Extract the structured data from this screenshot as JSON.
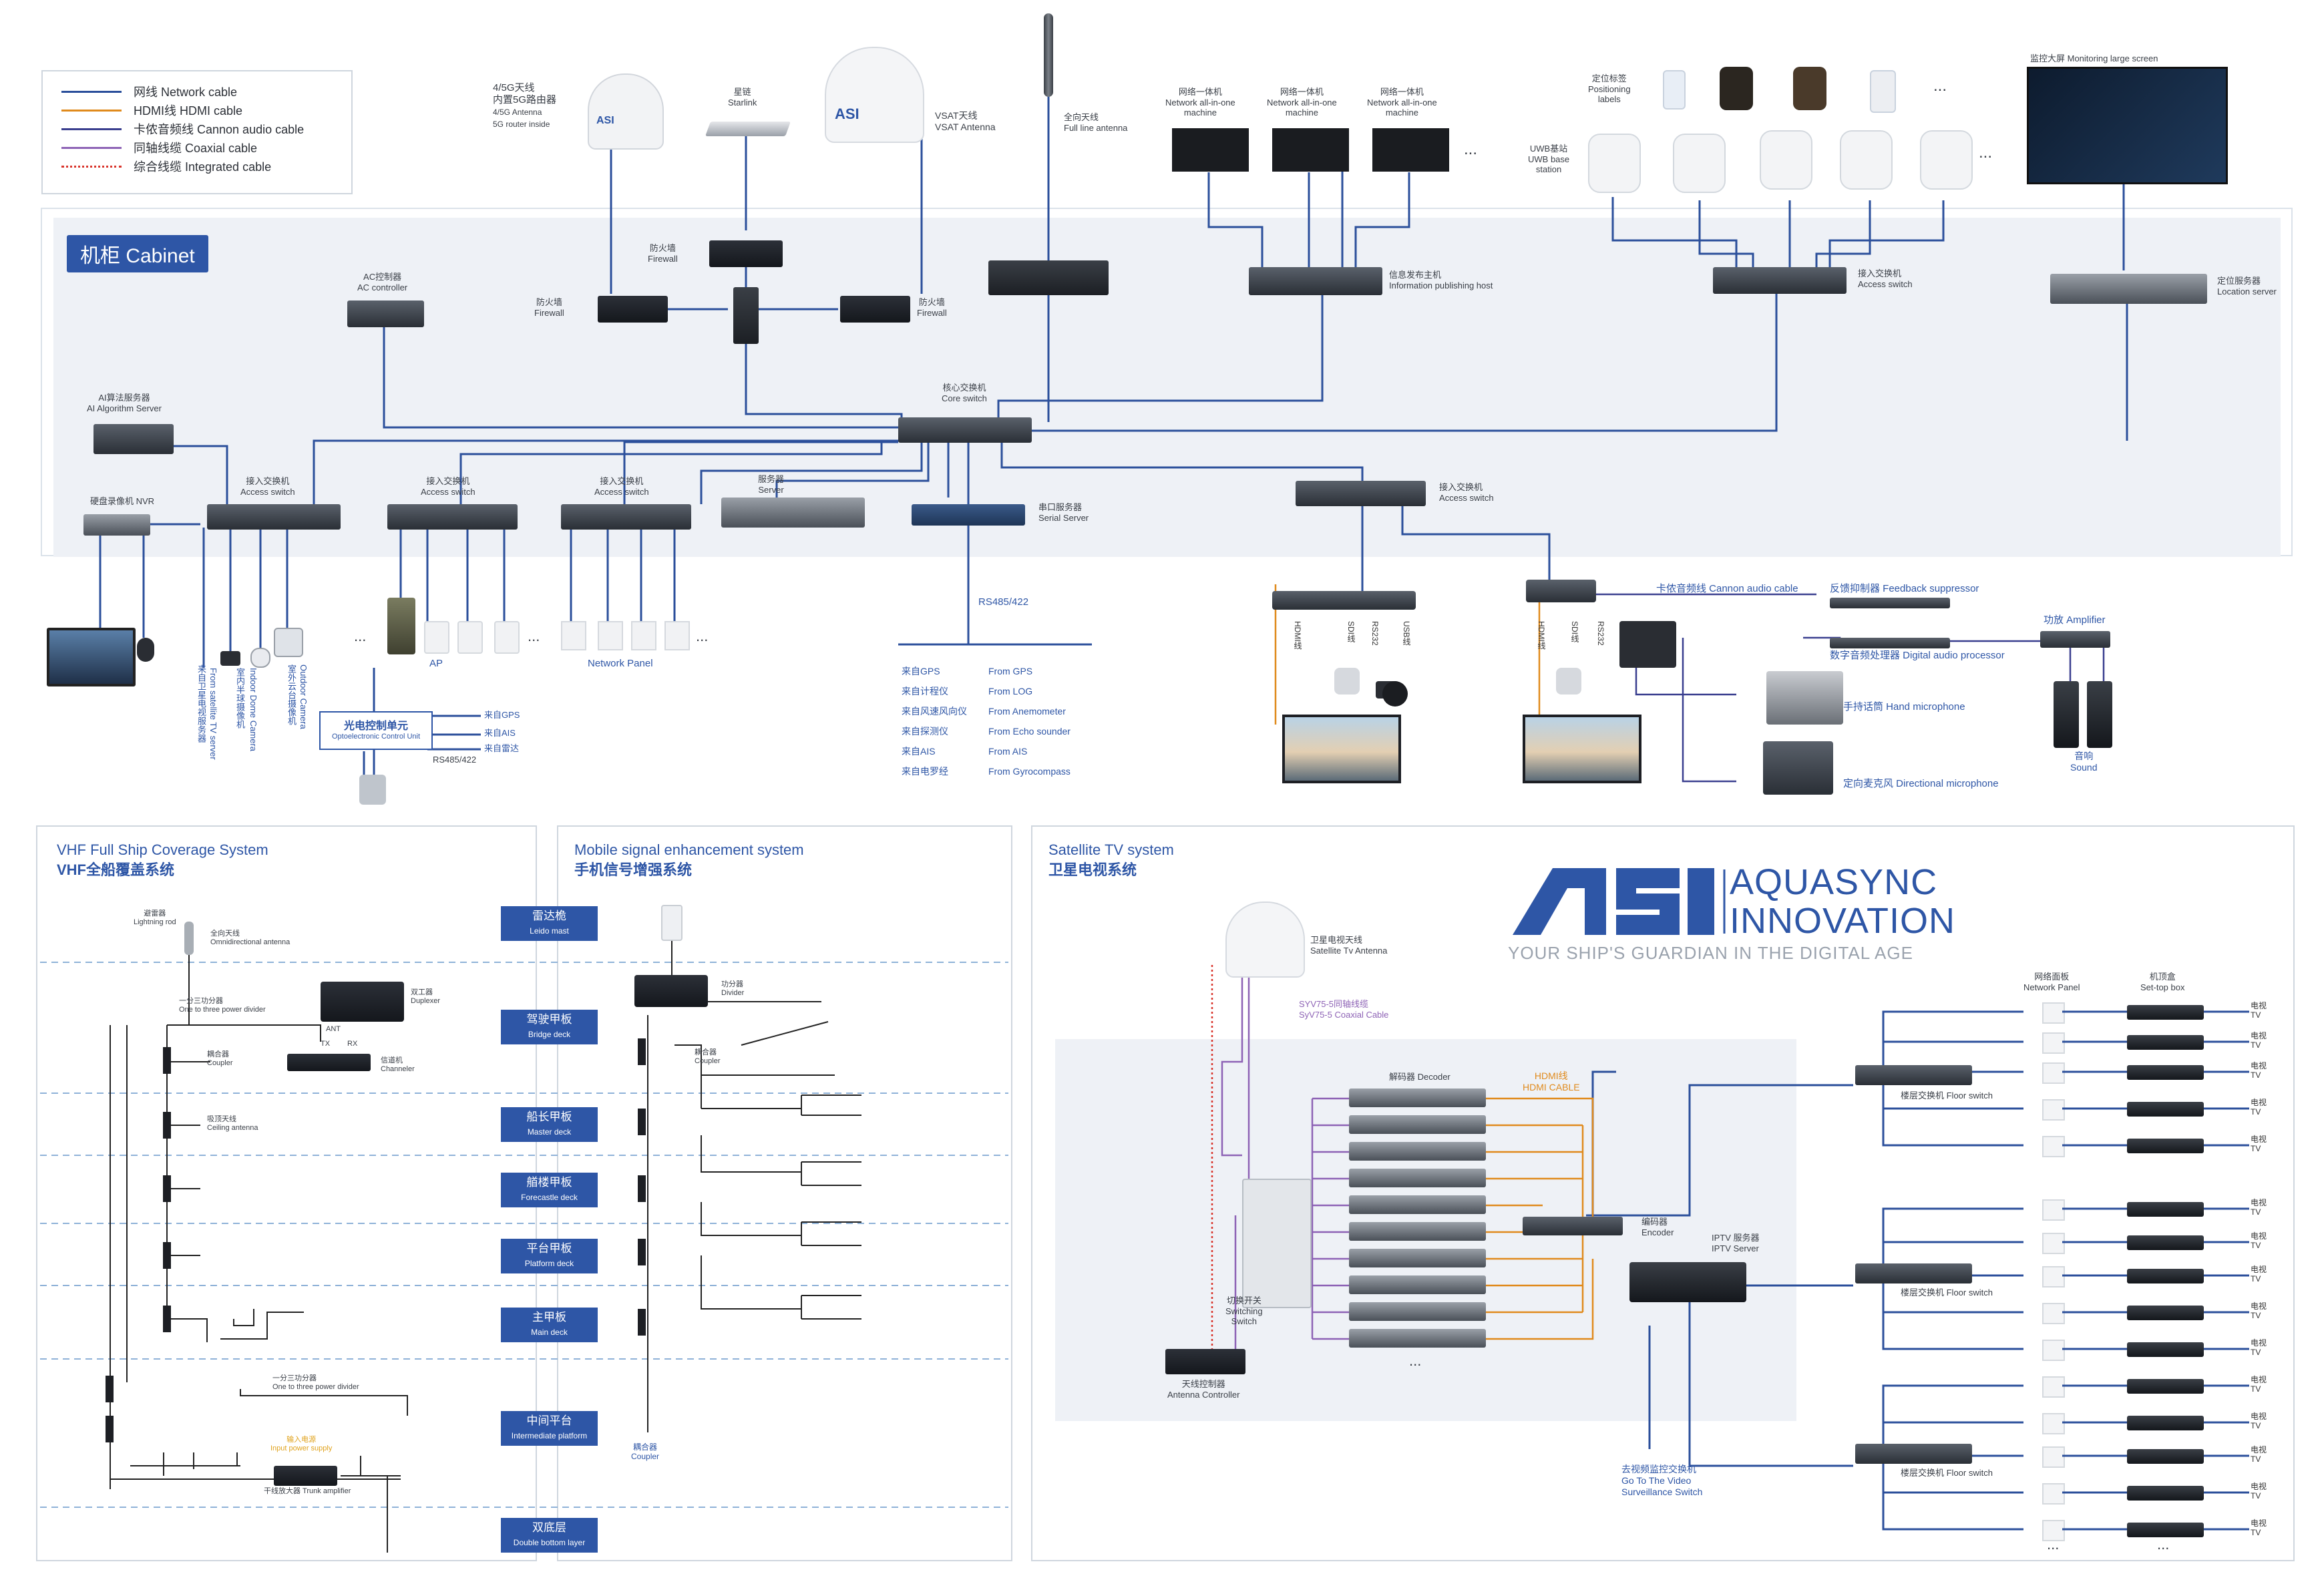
{
  "legend": {
    "items": [
      {
        "label": "网线 Network cable",
        "color": "#2b4f9b",
        "style": "solid"
      },
      {
        "label": "HDMI线 HDMI cable",
        "color": "#e08a1c",
        "style": "solid"
      },
      {
        "label": "卡侬音频线 Cannon audio cable",
        "color": "#3a3f8f",
        "style": "solid"
      },
      {
        "label": "同轴线缆 Coaxial cable",
        "color": "#8d62b5",
        "style": "solid"
      },
      {
        "label": "综合线缆 Integrated cable",
        "color": "#d9342b",
        "style": "dotted"
      }
    ]
  },
  "cabinet": {
    "title": "机柜 Cabinet",
    "antennas": {
      "router": [
        "4/5G天线",
        "内置5G路由器",
        "4/5G Antenna",
        "5G router inside"
      ],
      "starlink": [
        "星链",
        "Starlink"
      ],
      "vsat": [
        "VSAT天线",
        "VSAT Antenna"
      ],
      "full_line": [
        "全向天线",
        "Full line antenna"
      ]
    },
    "devices": {
      "firewall_top": [
        "防火墙",
        "Firewall"
      ],
      "firewall_left": [
        "防火墙",
        "Firewall"
      ],
      "firewall_right": [
        "防火墙",
        "Firewall"
      ],
      "ac_controller": [
        "AC控制器",
        "AC controller"
      ],
      "ai_server": [
        "AI算法服务器",
        "AI Algorithm Server"
      ],
      "nvr": "硬盘录像机 NVR",
      "core_switch": [
        "核心交换机",
        "Core switch"
      ],
      "access_switch_1": [
        "接入交换机",
        "Access switch"
      ],
      "access_switch_2": [
        "接入交换机",
        "Access switch"
      ],
      "access_switch_3": [
        "接入交换机",
        "Access switch"
      ],
      "server": [
        "服务器",
        "Server"
      ],
      "serial_server": [
        "串口服务器",
        "Serial Server"
      ],
      "access_switch_4": [
        "接入交换机",
        "Access switch"
      ],
      "info_host": [
        "信息发布主机",
        "Information publishing host"
      ],
      "access_switch_5": [
        "接入交换机",
        "Access switch"
      ],
      "location_server": [
        "定位服务器",
        "Location server"
      ]
    },
    "machines": [
      [
        "网络一体机",
        "Network all-in-one",
        "machine"
      ],
      [
        "网络一体机",
        "Network all-in-one",
        "machine"
      ],
      [
        "网络一体机",
        "Network all-in-one",
        "machine"
      ]
    ],
    "positioning": [
      "定位标签",
      "Positioning",
      "labels"
    ],
    "uwb": [
      "UWB基站",
      "UWB base",
      "station"
    ],
    "monitor_screen": "监控大屏 Monitoring large screen",
    "ellipsis": "..."
  },
  "below_cabinet": {
    "cameras_vertical": [
      "来自卫星电视服务器",
      "From satellite TV server",
      "室内半球摄像机",
      "Indoor Dome Camera",
      "室外云台摄像机",
      "Outdoor Camera"
    ],
    "ap": "AP",
    "network_panel": "Network Panel",
    "optoelectronic": [
      "光电控制单元",
      "Optoelectronic Control Unit"
    ],
    "opto_inputs": [
      "来自GPS",
      "来自AIS",
      "来自雷达"
    ],
    "rs485_opto": "RS485/422",
    "rs485": "RS485/422",
    "serial_sources_zh": [
      "来自GPS",
      "来自计程仪",
      "来自风速风向仪",
      "来自探测仪",
      "来自AIS",
      "来自电罗经"
    ],
    "serial_sources_en": [
      "From GPS",
      "From LOG",
      "From Anemometer",
      "From Echo sounder",
      "From AIS",
      "From Gyrocompass"
    ],
    "cable_labels_1": [
      "HDMI线",
      "SDI线",
      "RS232",
      "USB线"
    ],
    "cable_labels_2": [
      "HDMI线",
      "SDI线",
      "RS232"
    ],
    "audio": {
      "cannon": "卡侬音频线 Cannon audio cable",
      "feedback": "反馈抑制器 Feedback suppressor",
      "amplifier": "功放 Amplifier",
      "dsp": "数字音频处理器 Digital audio processor",
      "hand_mic": "手持话筒 Hand microphone",
      "sound": [
        "音响",
        "Sound"
      ],
      "directional": "定向麦克风 Directional microphone"
    }
  },
  "vhf": {
    "title_en": "VHF Full Ship Coverage System",
    "title_zh": "VHF全船覆盖系统",
    "lightning": [
      "避雷器",
      "Lightning rod"
    ],
    "omni": [
      "全向天线",
      "Omnidirectional antenna"
    ],
    "divider": [
      "一分三功分器",
      "One to three power divider"
    ],
    "duplexer": [
      "双工器",
      "Duplexer"
    ],
    "ant": "ANT",
    "tx": "TX",
    "rx": "RX",
    "coupler": [
      "耦合器",
      "Coupler"
    ],
    "channeler": [
      "信道机",
      "Channeler"
    ],
    "ceiling": [
      "吸顶天线",
      "Ceiling antenna"
    ],
    "divider2": [
      "一分三功分器",
      "One to three power divider"
    ],
    "input_power": [
      "输入电源",
      "Input power supply"
    ],
    "trunk": "干线放大器  Trunk amplifier"
  },
  "decks": [
    [
      "雷达桅",
      "Leido mast"
    ],
    [
      "驾驶甲板",
      "Bridge deck"
    ],
    [
      "船长甲板",
      "Master deck"
    ],
    [
      "艏楼甲板",
      "Forecastle deck"
    ],
    [
      "平台甲板",
      "Platform deck"
    ],
    [
      "主甲板",
      "Main deck"
    ],
    [
      "中间平台",
      "Intermediate platform"
    ],
    [
      "双底层",
      "Double bottom layer"
    ]
  ],
  "mobile": {
    "title_en": "Mobile signal enhancement system",
    "title_zh": "手机信号增强系统",
    "divider": [
      "功分器",
      "Divider"
    ],
    "coupler": [
      "耦合器",
      "Coupler"
    ],
    "coupler_bottom": [
      "耦合器",
      "Coupler"
    ]
  },
  "satellite": {
    "title_en": "Satellite TV system",
    "title_zh": "卫星电视系统",
    "antenna": [
      "卫星电视天线",
      "Satellite Tv Antenna"
    ],
    "coax": [
      "SYV75-5同轴线缆",
      "SyV75-5 Coaxial Cable"
    ],
    "decoder": "解码器  Decoder",
    "hdmi": [
      "HDMI线",
      "HDMI CABLE"
    ],
    "encoder": [
      "编码器",
      "Encoder"
    ],
    "iptv": [
      "IPTV 服务器",
      "IPTV Server"
    ],
    "switching": [
      "切换开关",
      "Switching",
      "Switch"
    ],
    "antenna_controller": [
      "天线控制器",
      "Antenna Controller"
    ],
    "surveillance": [
      "去视频监控交换机",
      "Go To The Video",
      "Surveillance Switch"
    ],
    "network_panel": [
      "网络面板",
      "Network Panel"
    ],
    "stb": [
      "机顶盒",
      "Set-top box"
    ],
    "floor_switch": "楼层交换机  Floor switch",
    "tv": [
      "电视",
      "TV"
    ],
    "ellipsis": "..."
  },
  "brand": {
    "logo_text": "ASI",
    "name_1": "AQUASYNC",
    "name_2": "INNOVATION",
    "slogan": "YOUR SHIP'S GUARDIAN IN THE DIGITAL AGE",
    "color": "#2e56a6"
  },
  "colors": {
    "network": "#2b4f9b",
    "hdmi": "#e08a1c",
    "coax": "#8d62b5",
    "integrated": "#d9342b",
    "accent": "#2e56a6",
    "cabinet_bg": "#eef1f6"
  }
}
